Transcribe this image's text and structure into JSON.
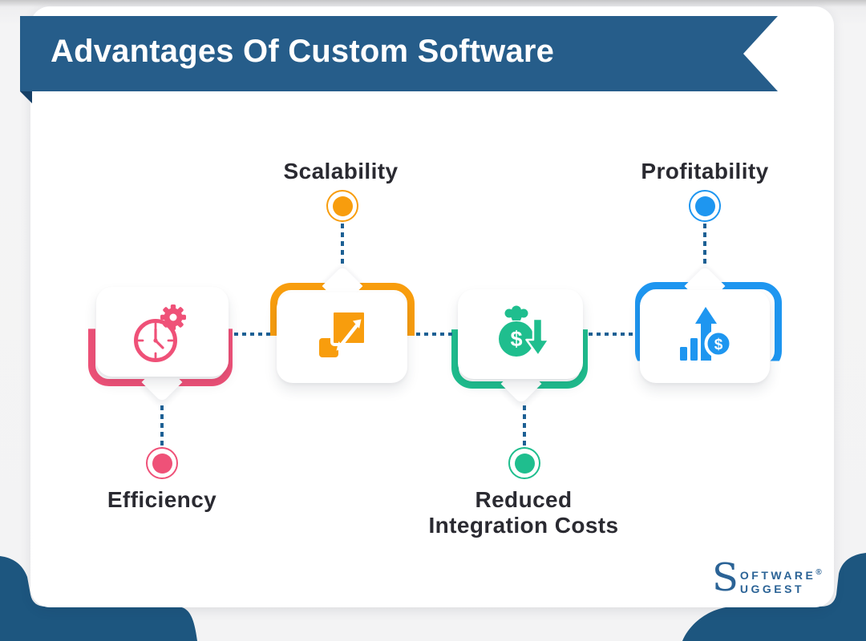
{
  "banner": {
    "title": "Advantages Of Custom Software"
  },
  "advantages": [
    {
      "label": "Efficiency",
      "color": "#ef5178",
      "icon": "clock-gear-icon",
      "label_position": "bottom"
    },
    {
      "label": "Scalability",
      "color": "#f89d0d",
      "icon": "expand-arrows-icon",
      "label_position": "top"
    },
    {
      "label": "Reduced Integration Costs",
      "color": "#1fbe8e",
      "icon": "money-bag-decrease-icon",
      "label_position": "bottom"
    },
    {
      "label": "Profitability",
      "color": "#1e96f0",
      "icon": "growth-chart-icon",
      "label_position": "top"
    }
  ],
  "icons": {
    "currency_symbol": "$"
  },
  "logo": {
    "initial": "S",
    "line1": "oftware",
    "line2": "uggest",
    "registered": "®",
    "color": "#2b6396"
  },
  "colors": {
    "ribbon": "#265d8a",
    "ribbon_fold": "#153f66",
    "connector_line": "#1d6094",
    "bottom_shapes": "#1d567f",
    "card_background": "#ffffff",
    "label_text": "#2a2a31"
  }
}
